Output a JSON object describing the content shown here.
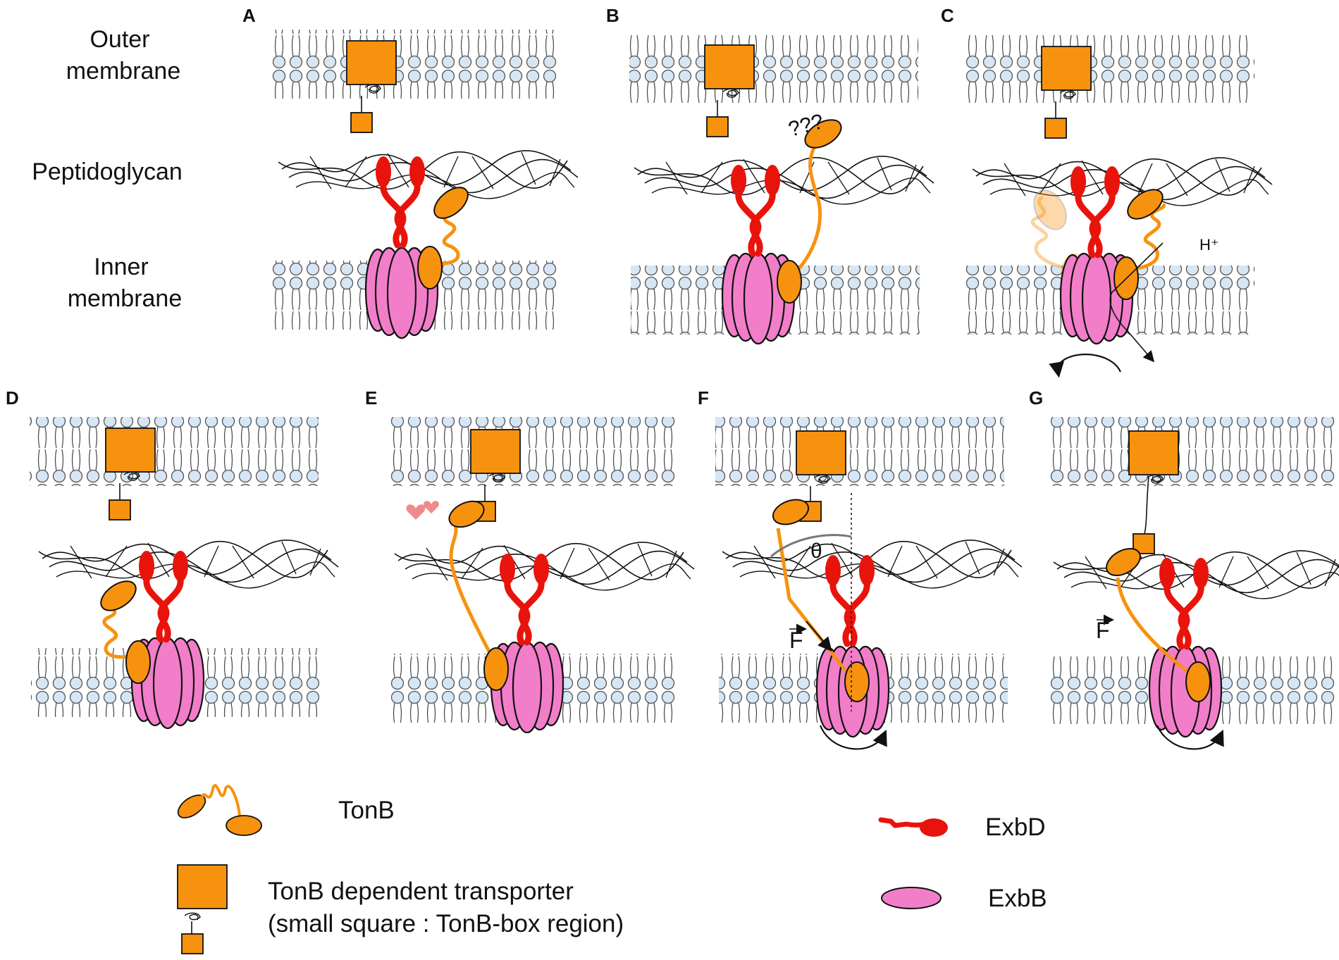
{
  "side_labels": {
    "outer_line1": "Outer",
    "outer_line2": "membrane",
    "peptidoglycan": "Peptidoglycan",
    "inner_line1": "Inner",
    "inner_line2": "membrane"
  },
  "panels": [
    {
      "letter": "A"
    },
    {
      "letter": "B",
      "note": "???"
    },
    {
      "letter": "C",
      "proton": "H⁺"
    },
    {
      "letter": "D"
    },
    {
      "letter": "E"
    },
    {
      "letter": "F",
      "force": "F",
      "angle": "θ"
    },
    {
      "letter": "G",
      "force": "F"
    }
  ],
  "legend": {
    "tonb": "TonB",
    "transporter_line1": "TonB dependent transporter",
    "transporter_line2": "(small square : TonB-box region)",
    "exbd": "ExbD",
    "exbb": "ExbB"
  },
  "colors": {
    "membrane_head": "#d6e6f4",
    "orange": "#f7920f",
    "red": "#e8140c",
    "pink": "#f27ec9",
    "heart": "#f08a8a"
  }
}
